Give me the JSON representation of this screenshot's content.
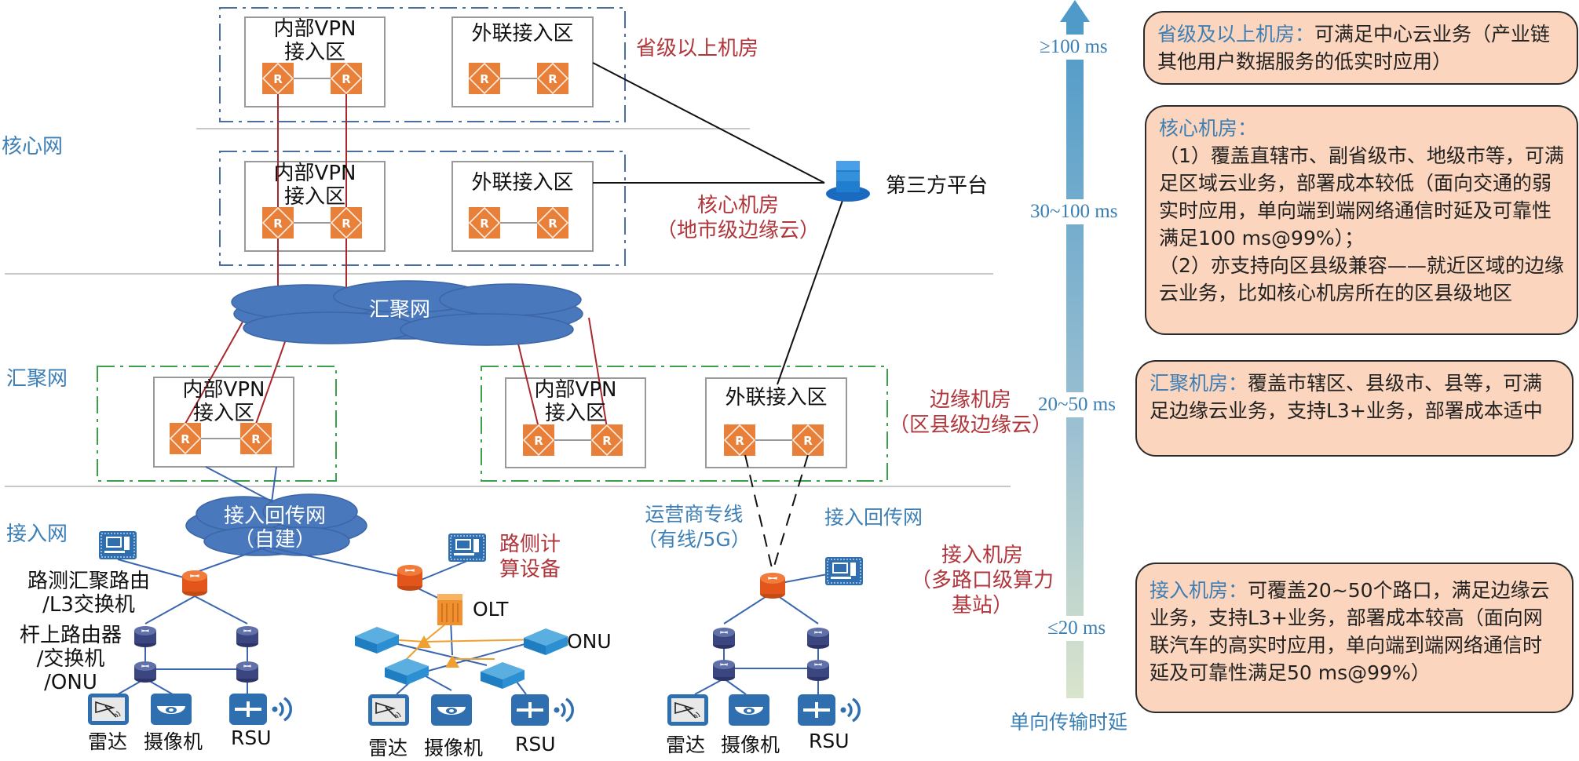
{
  "layers": {
    "core": "核心网",
    "aggregation": "汇聚网",
    "access": "接入网"
  },
  "zones": {
    "internal_vpn": "内部VPN",
    "internal_vpn_line2": "接入区",
    "external": "外联接入区",
    "router_glyph": "R"
  },
  "rooms": {
    "provincial": "省级以上机房",
    "core_line1": "核心机房",
    "core_line2": "（地市级边缘云）",
    "edge_line1": "边缘机房",
    "edge_line2": "（区县级边缘云）",
    "access_line1": "接入机房",
    "access_line2": "（多路口级算力",
    "access_line3": "基站）"
  },
  "third_party": "第三方平台",
  "clouds": {
    "aggregation": "汇聚网",
    "backhaul_line1": "接入回传网",
    "backhaul_line2": "（自建）"
  },
  "access_network": {
    "agg_router_line1": "路测汇聚路由",
    "agg_router_line2": "/L3交换机",
    "pole_line1": "杆上路由器",
    "pole_line2": "/交换机",
    "pole_line3": "/ONU",
    "roadside_line1": "路侧计",
    "roadside_line2": "算设备",
    "olt": "OLT",
    "onu": "ONU",
    "operator_line1": "运营商专线",
    "operator_line2": "（有线/5G）",
    "backhaul": "接入回传网",
    "radar": "雷达",
    "camera": "摄像机",
    "rsu": "RSU"
  },
  "latency": {
    "axis_title": "单向传输时延",
    "levels": [
      "≥100 ms",
      "30~100 ms",
      "20~50 ms",
      "≤20 ms"
    ]
  },
  "info_boxes": {
    "provincial": {
      "head": "省级及以上机房：",
      "body": "可满足中心云业务（产业链其他用户数据服务的低实时应用）"
    },
    "core": {
      "head": "核心机房：",
      "item1": "（1）覆盖直辖市、副省级市、地级市等，可满足区域云业务，部署成本较低（面向交通的弱实时应用，单向端到端网络通信时延及可靠性满足100 ms@99%）；",
      "item2": "（2）亦支持向区县级兼容——就近区域的边缘云业务，比如核心机房所在的区县级地区"
    },
    "aggregation": {
      "head": "汇聚机房：",
      "body": "覆盖市辖区、县级市、县等，可满足边缘云业务，支持L3+业务，部署成本适中"
    },
    "access": {
      "head": "接入机房：",
      "body": "可覆盖20~50个路口，满足边缘云业务，支持L3+业务，部署成本较高（面向网联汽车的高实时应用，单向端到端网络通信时延及可靠性满足50 ms@99%）"
    }
  },
  "colors": {
    "router_orange": "#e8803a",
    "cloud_blue": "#4a78bd",
    "core_dash": "#4a6f9f",
    "edge_dash": "#3aa04a",
    "red_link": "#a8282e",
    "info_fill": "#fbd5bd",
    "label_blue": "#3d7fb5",
    "label_red": "#b0363c"
  }
}
